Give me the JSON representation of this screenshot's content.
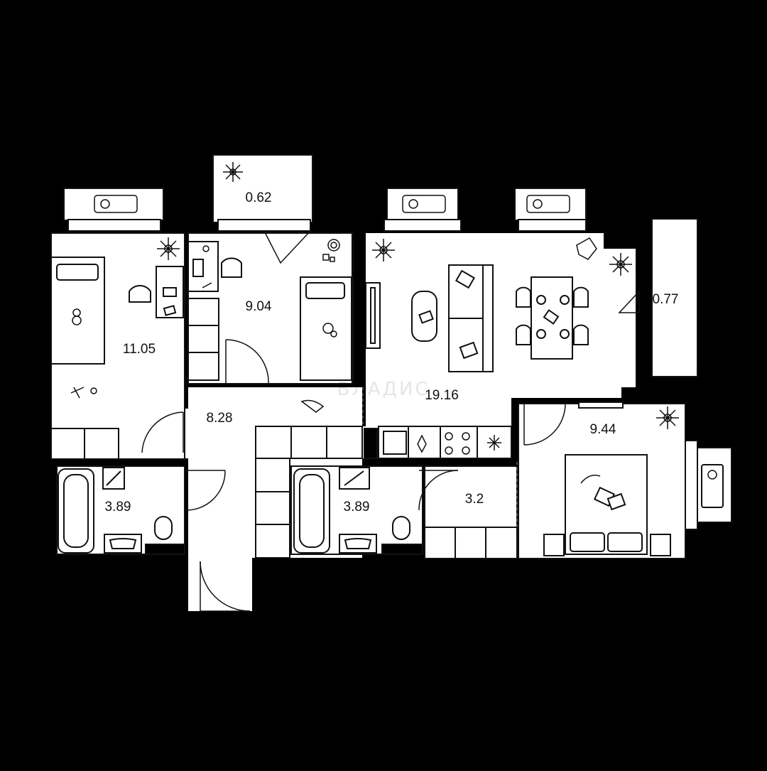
{
  "plan": {
    "background": "#000000",
    "floor": "#ffffff",
    "line": "#111111",
    "watermark": "ВЛАДИС",
    "rooms": [
      {
        "id": "room-bedroom-left",
        "area": "11.05"
      },
      {
        "id": "room-kids",
        "area": "9.04"
      },
      {
        "id": "room-balcony-top",
        "area": "0.62"
      },
      {
        "id": "room-living",
        "area": "19.16"
      },
      {
        "id": "room-balcony-right",
        "area": "0.77"
      },
      {
        "id": "room-hall",
        "area": "8.28"
      },
      {
        "id": "room-bedroom-right",
        "area": "9.44"
      },
      {
        "id": "room-bath-left",
        "area": "3.89"
      },
      {
        "id": "room-bath-mid",
        "area": "3.89"
      },
      {
        "id": "room-storage",
        "area": "3.2"
      }
    ],
    "icons": [
      "flower-icon",
      "bed-icon",
      "sofa-icon",
      "dining-table-icon",
      "chair-icon",
      "desk-icon",
      "bathtub-icon",
      "toilet-icon",
      "sink-icon",
      "stove-icon",
      "toy-icon",
      "window-vent-icon"
    ]
  }
}
